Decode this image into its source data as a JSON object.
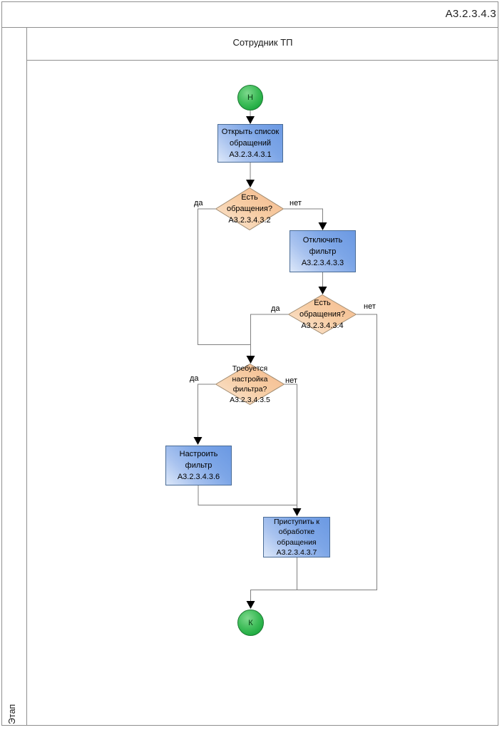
{
  "title": "А3.2.3.4.3",
  "lane": {
    "header": "Сотрудник ТП",
    "stage_label": "Этап"
  },
  "flow": {
    "start_label": "Н",
    "end_label": "К",
    "nodes": {
      "open_list": {
        "type": "task",
        "lines": [
          "Открыть список",
          "обращений",
          "А3.2.3.4.3.1"
        ]
      },
      "has_requests_1": {
        "type": "decision",
        "lines": [
          "Есть",
          "обращения?",
          "А3.2.3.4.3.2"
        ]
      },
      "disable_filter": {
        "type": "task",
        "lines": [
          "Отключить",
          "фильтр",
          "А3.2.3.4.3.3"
        ]
      },
      "has_requests_2": {
        "type": "decision",
        "lines": [
          "Есть",
          "обращения?",
          "А3.2.3.4.3.4"
        ]
      },
      "filter_setup_needed": {
        "type": "decision",
        "lines": [
          "Требуется",
          "настройка",
          "фильтра?",
          "А3.2.3.4.3.5"
        ]
      },
      "configure_filter": {
        "type": "task",
        "lines": [
          "Настроить",
          "фильтр",
          "А3.2.3.4.3.6"
        ]
      },
      "start_processing": {
        "type": "task",
        "lines": [
          "Приступить к",
          "обработке",
          "обращения",
          "А3.2.3.4.3.7"
        ]
      }
    },
    "edges": {
      "d1_yes": "да",
      "d1_no": "нет",
      "d2_yes": "да",
      "d2_no": "нет",
      "d3_yes": "да",
      "d3_no": "нет"
    }
  },
  "colors": {
    "task_fill_light": "#dde8f9",
    "task_fill_dark": "#6b99e3",
    "task_border": "#4a6c96",
    "decision_fill_light": "#fbe8d6",
    "decision_fill_dark": "#f4b98c",
    "decision_border": "#a08b70",
    "event_fill_light": "#7ed88d",
    "event_fill_dark": "#17a63b",
    "event_border": "#1d7a33",
    "connector": "#808080",
    "arrowhead": "#000000",
    "frame": "#8f8f8f"
  }
}
